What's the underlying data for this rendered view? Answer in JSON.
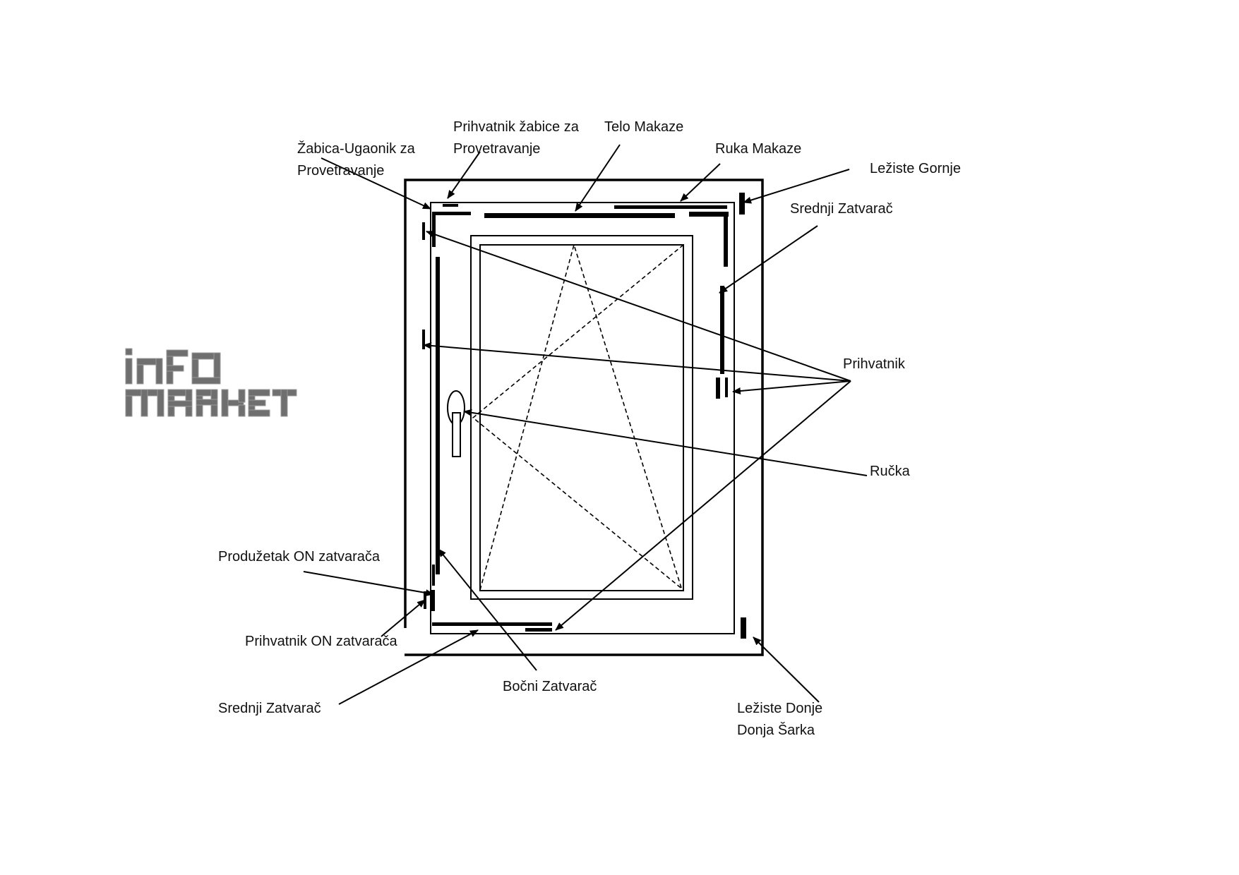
{
  "logo": {
    "line1": "INFO",
    "line2": "MARKET",
    "color": "#6f6f6f"
  },
  "labels": {
    "zabica_ugaonik": [
      "Žabica-Ugaonik za",
      "Provetravanje"
    ],
    "prihvatnik_zabice": [
      "Prihvatnik žabice za",
      "Provetravanje"
    ],
    "telo_makaze": "Telo Makaze",
    "ruka_makaze": "Ruka Makaze",
    "leziste_gornje": "Ležiste Gornje",
    "srednji_zatvarac_top": "Srednji Zatvarač",
    "prihvatnik": "Prihvatnik",
    "rucka": "Ručka",
    "produzetak_on": "Produžetak ON zatvarača",
    "prihvatnik_on": "Prihvatnik ON zatvarača",
    "srednji_zatvarac_bottom": "Srednji Zatvarač",
    "bocni_zatvarac": "Bočni Zatvarač",
    "leziste_donje": [
      "Ležiste Donje",
      "Donja Šarka"
    ]
  },
  "colors": {
    "line": "#000000",
    "text": "#111111"
  }
}
